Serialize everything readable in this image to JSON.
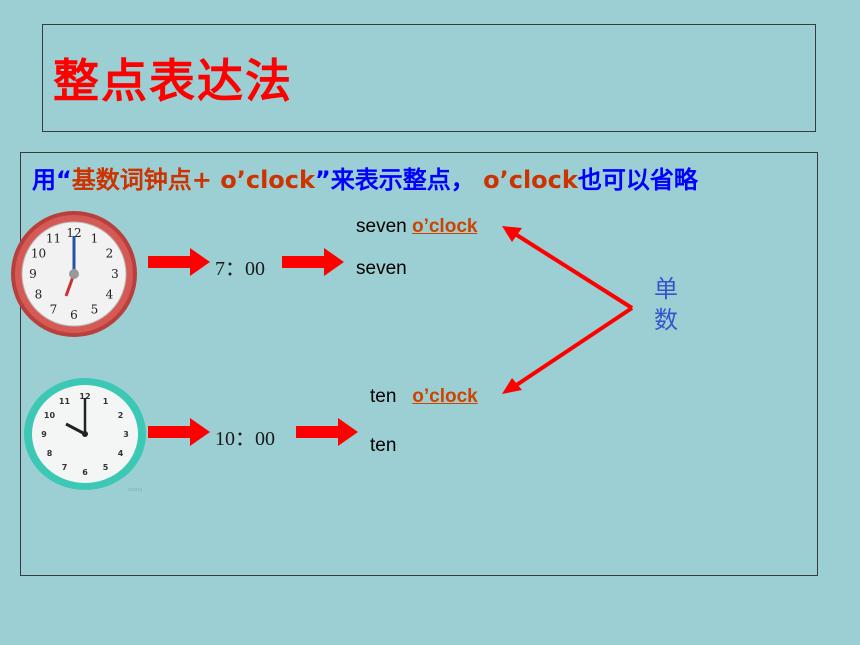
{
  "title": "整点表达法",
  "subtitle": {
    "part1": "用“",
    "part2": "基数词钟点",
    "part3": "+ o’clock",
    "part4": "”来表示整点， ",
    "part5": "o’clock",
    "part6": "也可以省略"
  },
  "row1": {
    "time": "7：00",
    "word_a": "seven ",
    "oclock_a": "o’clock",
    "word_b": "seven"
  },
  "row2": {
    "time": "10：00",
    "word_a": "ten   ",
    "oclock_a": "o’clock",
    "word_b": "ten"
  },
  "note": {
    "char1": "单",
    "char2": "数"
  },
  "clock1": {
    "numbers": [
      "12",
      "1",
      "2",
      "3",
      "4",
      "5",
      "6",
      "7",
      "8",
      "9",
      "10",
      "11"
    ]
  },
  "clock2": {
    "numbers": [
      "12",
      "1",
      "2",
      "3",
      "4",
      "5",
      "6",
      "7",
      "8",
      "9",
      "10",
      "11"
    ]
  },
  "colors": {
    "background": "#9ccfd3",
    "title": "#ff0000",
    "arrow": "#ff0000",
    "blue_text": "#0000ff",
    "orange_text": "#cc3300",
    "clock1_rim": "#c0403c",
    "clock2_rim": "#36c6b2"
  }
}
